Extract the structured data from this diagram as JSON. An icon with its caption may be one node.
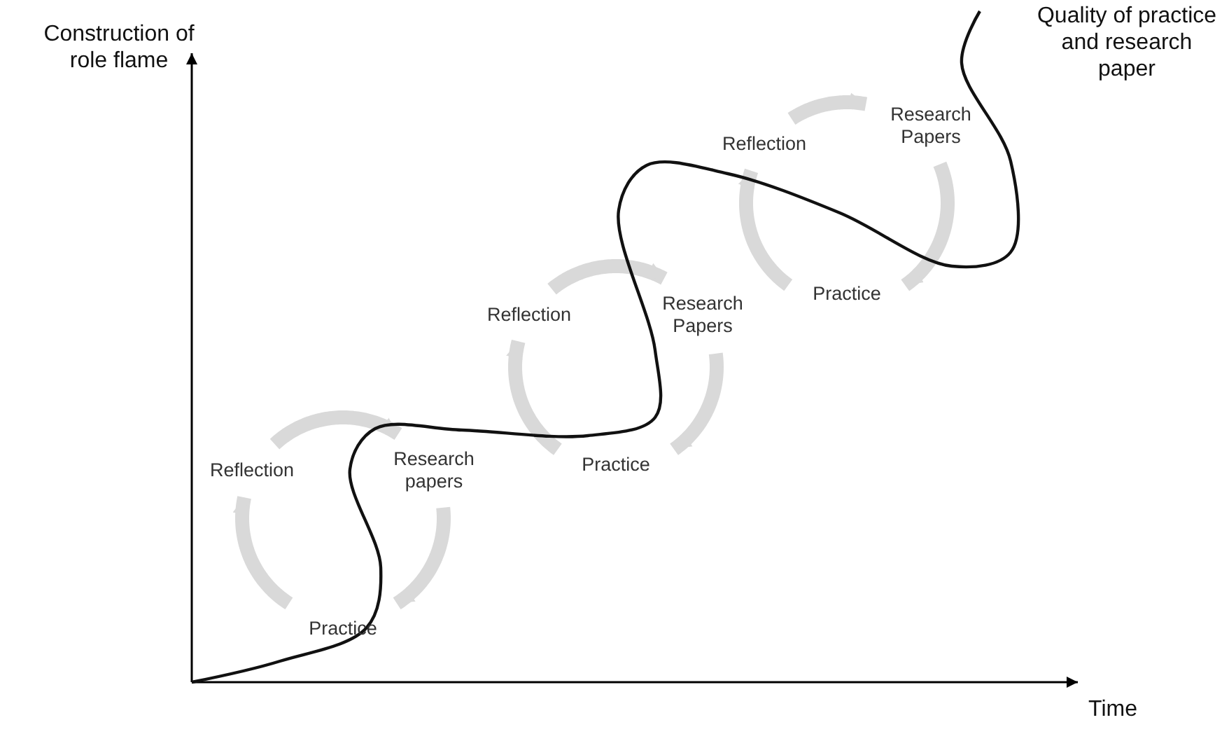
{
  "diagram": {
    "nodes": [
      {
        "text": [
          "Reflection"
        ]
      },
      {
        "text": [
          "Research papers"
        ]
      },
      {
        "text": [
          "Practice"
        ]
      },
      {
        "text": [
          "Reflection"
        ]
      },
      {
        "text": [
          "Research Papers"
        ]
      },
      {
        "text": [
          "Practice"
        ]
      },
      {
        "text": [
          "Reflection"
        ]
      },
      {
        "text": [
          "Research Papers"
        ]
      },
      {
        "text": [
          "Practice"
        ]
      }
    ],
    "edges": [
      {
        "from": 0,
        "to": 1,
        "arrow": "to"
      },
      {
        "from": 1,
        "to": 2,
        "arrow": "to"
      },
      {
        "from": 2,
        "to": 0,
        "arrow": "to"
      },
      {
        "from": 3,
        "to": 4,
        "arrow": "to"
      },
      {
        "from": 4,
        "to": 5,
        "arrow": "to"
      },
      {
        "from": 5,
        "to": 3,
        "arrow": "to"
      },
      {
        "from": 6,
        "to": 7,
        "arrow": "to"
      },
      {
        "from": 7,
        "to": 8,
        "arrow": "to"
      },
      {
        "from": 8,
        "to": 6,
        "arrow": "to"
      }
    ],
    "labels": [
      "Construction of role flame",
      "Quality of practice and research paper",
      "Time"
    ]
  }
}
